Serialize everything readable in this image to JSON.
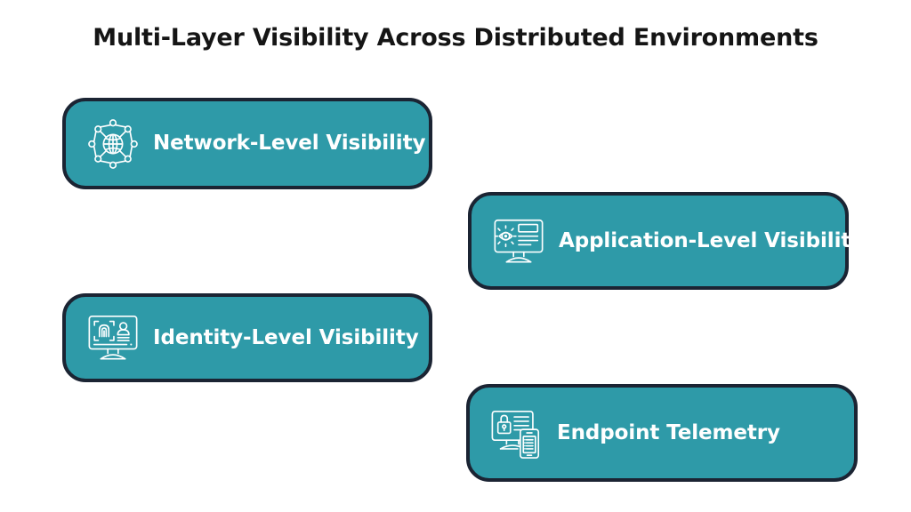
{
  "title": "Multi-Layer Visibility Across Distributed Environments",
  "colors": {
    "card_fill": "#2e9aa8",
    "card_border": "#1b2433",
    "card_text": "#ffffff",
    "title_text": "#151515",
    "background": "#ffffff"
  },
  "cards": [
    {
      "label": "Network-Level Visibility",
      "icon": "network-globe-nodes-icon"
    },
    {
      "label": "Application-Level Visibility",
      "icon": "monitor-eye-icon"
    },
    {
      "label": "Identity-Level Visibility",
      "icon": "monitor-fingerprint-user-icon"
    },
    {
      "label": "Endpoint Telemetry",
      "icon": "monitor-lock-mobile-icon"
    }
  ]
}
